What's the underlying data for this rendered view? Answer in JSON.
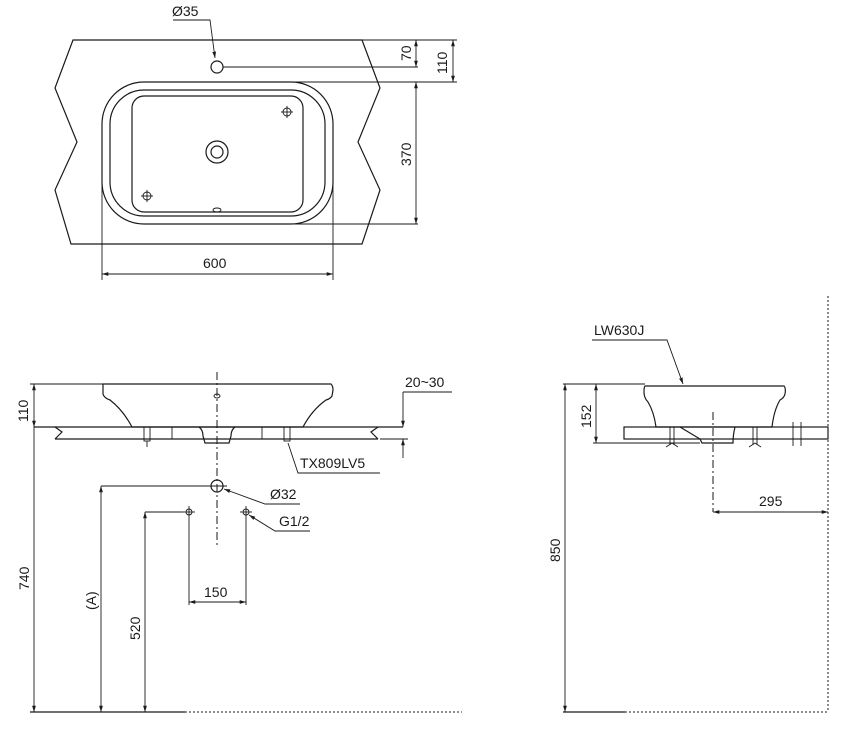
{
  "plan_view": {
    "hole_diameter": "Ø35",
    "dim_hole_offset": "70",
    "dim_bowl_offset": "110",
    "dim_bowl_depth": "370",
    "dim_bowl_width": "600"
  },
  "front_elevation": {
    "dim_basin_height": "110",
    "dim_counter_thickness": "20~30",
    "fixing_kit_label": "TX809LV5",
    "waste_diameter": "Ø32",
    "supply_thread": "G1/2",
    "dim_supply_spacing": "150",
    "dim_counter_height": "740",
    "dim_waste_height": "(A)",
    "dim_supply_height": "520"
  },
  "side_elevation": {
    "model_label": "LW630J",
    "dim_basin_height": "152",
    "dim_wall_offset": "295",
    "dim_rim_height": "850"
  },
  "colors": {
    "line": "#1a1a1a",
    "background": "#ffffff"
  }
}
